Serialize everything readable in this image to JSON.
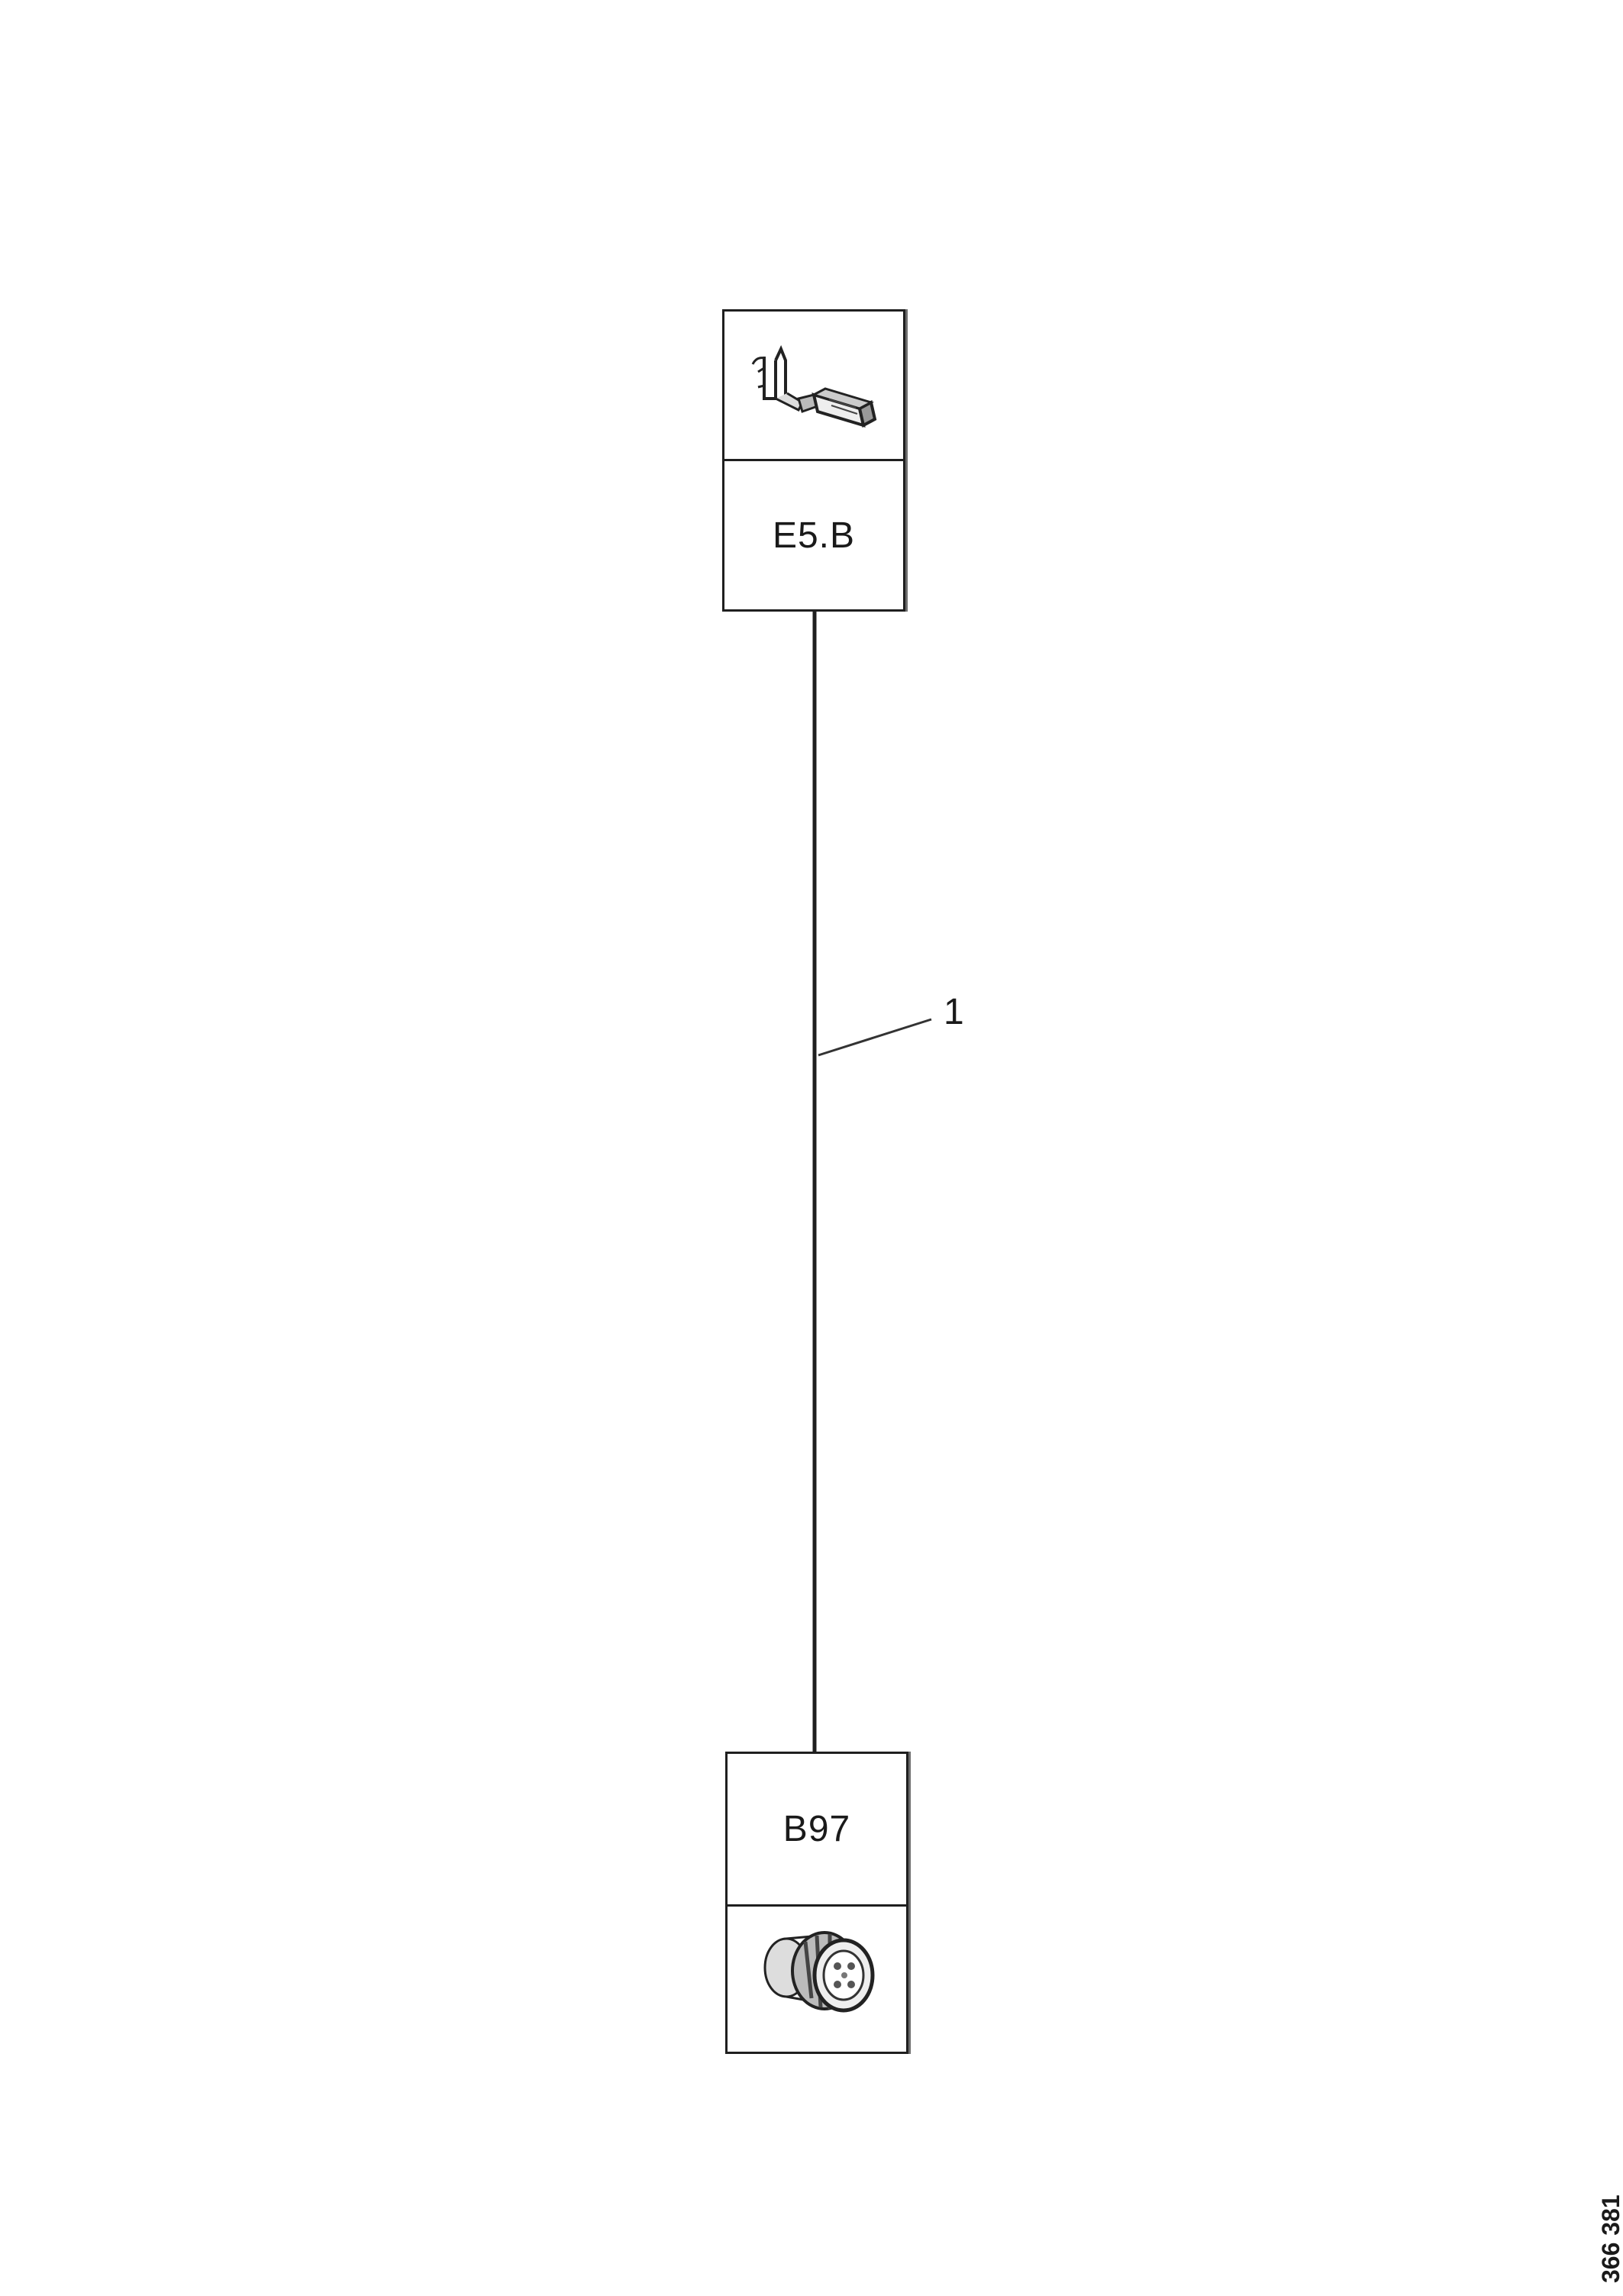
{
  "connectors": [
    {
      "id": "top",
      "label": "E5.B",
      "icon": "terminal-pin-icon"
    },
    {
      "id": "bottom",
      "label": "B97",
      "icon": "round-connector-plug-icon"
    }
  ],
  "wire": {
    "callout": "1"
  },
  "drawing_id": "366 381"
}
